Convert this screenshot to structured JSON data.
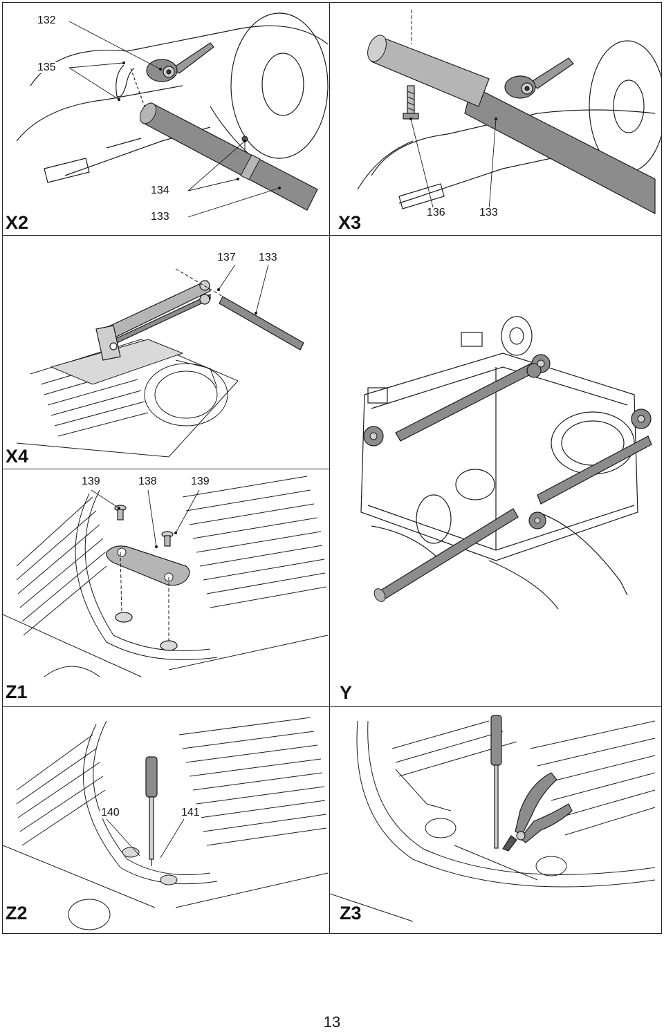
{
  "page_number": "13",
  "panels": {
    "x2": {
      "label": "X2",
      "callouts": [
        "132",
        "135",
        "134",
        "133"
      ]
    },
    "x3": {
      "label": "X3",
      "callouts": [
        "136",
        "133"
      ]
    },
    "x4": {
      "label": "X4",
      "callouts": [
        "137",
        "133"
      ]
    },
    "z1": {
      "label": "Z1",
      "callouts": [
        "139",
        "138",
        "139"
      ]
    },
    "y": {
      "label": "Y",
      "callouts": []
    },
    "z2": {
      "label": "Z2",
      "callouts": [
        "140",
        "141"
      ]
    },
    "z3": {
      "label": "Z3",
      "callouts": []
    }
  },
  "colors": {
    "line": "#1a1a1a",
    "tube": "#8c8c8c",
    "tube_light": "#b5b5b5",
    "plate": "#d9d9d9"
  },
  "icons": {
    "tool_z2": "screwdriver-icon",
    "tool_z3": "pliers-icon"
  }
}
